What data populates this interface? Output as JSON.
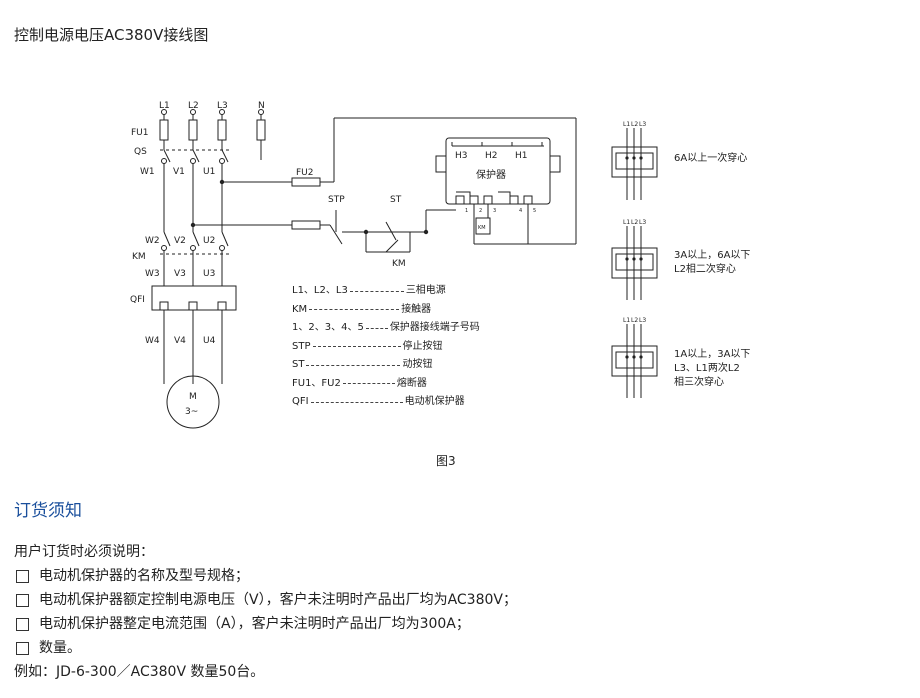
{
  "header": {
    "title": "控制电源电压AC380V接线图"
  },
  "diagram": {
    "phases": [
      "L1",
      "L2",
      "L3",
      "N"
    ],
    "fu1": "FU1",
    "qs": "QS",
    "row1": [
      "W1",
      "V1",
      "U1"
    ],
    "row2": [
      "W2",
      "V2",
      "U2"
    ],
    "km_left": "KM",
    "row3": [
      "W3",
      "V3",
      "U3"
    ],
    "qfi": "QFI",
    "row4": [
      "W4",
      "V4",
      "U4"
    ],
    "motor_line1": "M",
    "motor_line2": "3~",
    "fu2": "FU2",
    "stp": "STP",
    "st": "ST",
    "km_coil": "KM",
    "km_small": "KM",
    "protector_terminals_top": [
      "H3",
      "H2",
      "H1"
    ],
    "protector_label": "保护器",
    "protector_terminal_numbers": [
      "1",
      "2",
      "3",
      "4",
      "5"
    ],
    "ct_phase_labels": [
      "L1",
      "L2",
      "L3"
    ],
    "ct_notes": [
      {
        "lines": [
          "6A以上一次穿心"
        ]
      },
      {
        "lines": [
          "3A以上，6A以下",
          "L2相二次穿心"
        ]
      },
      {
        "lines": [
          "1A以上，3A以下",
          "L3、L1两次L2",
          "相三次穿心"
        ]
      }
    ]
  },
  "legend": [
    {
      "key": "L1、L2、L3",
      "desc": "三相电源"
    },
    {
      "key": "KM",
      "desc": "接触器"
    },
    {
      "key": "1、2、3、4、5",
      "desc": "保护器接线端子号码"
    },
    {
      "key": "STP",
      "desc": "停止按钮"
    },
    {
      "key": "ST",
      "desc": "动按钮"
    },
    {
      "key": "FU1、FU2",
      "desc": "熔断器"
    },
    {
      "key": "QFI",
      "desc": "电动机保护器"
    }
  ],
  "figure_caption": "图3",
  "order": {
    "section_title": "订货须知",
    "intro": "用户订货时必须说明：",
    "items": [
      "电动机保护器的名称及型号规格；",
      "电动机保护器额定控制电源电压（V），客户未注明时产品出厂均为AC380V；",
      "电动机保护器整定电流范围（A），客户未注明时产品出厂均为300A；",
      "数量。"
    ],
    "example": "例如：JD-6-300／AC380V   数量50台。"
  },
  "colors": {
    "accent": "#1a4f9c",
    "line": "#222222"
  }
}
